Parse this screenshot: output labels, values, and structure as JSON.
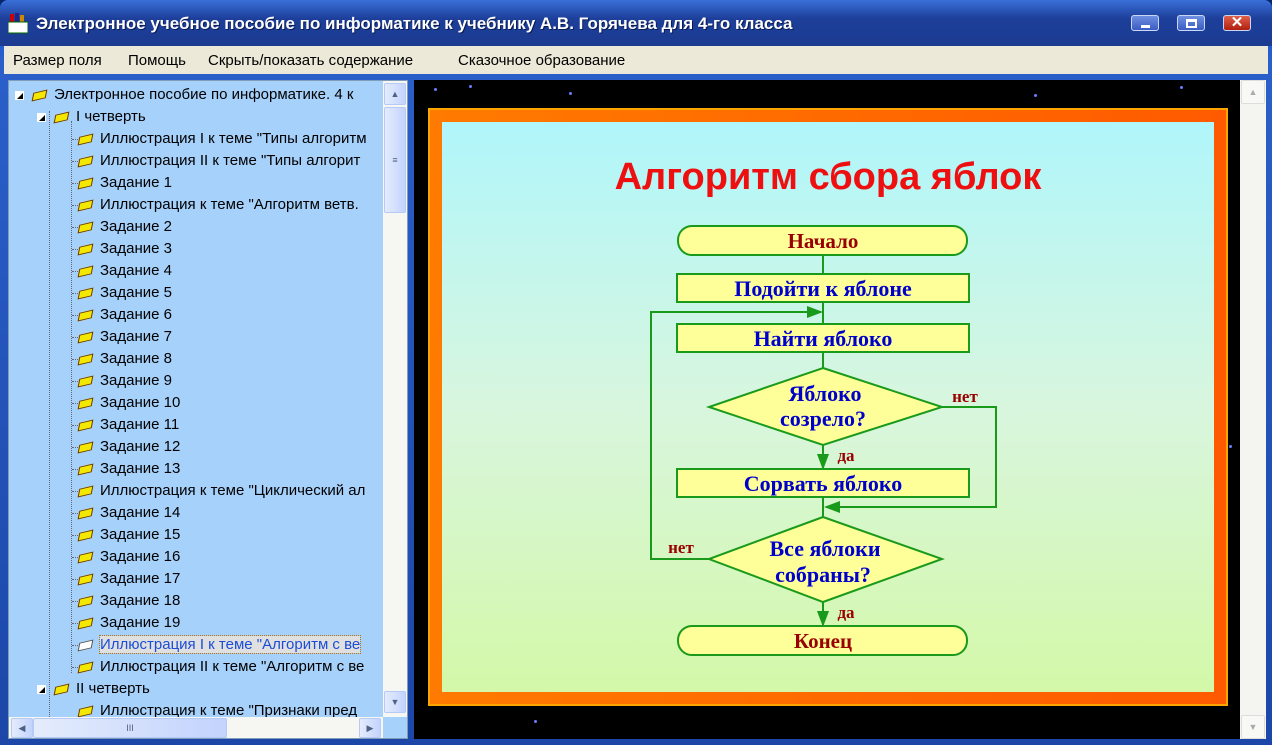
{
  "window": {
    "title": "Электронное учебное пособие по информатике к учебнику А.В. Горячева для 4-го класса"
  },
  "menu": [
    "Размер поля",
    "Помощь",
    "Скрыть/показать содержание",
    "Сказочное образование"
  ],
  "tree": {
    "root": "Электронное пособие по информатике. 4 к",
    "q1": "I четверть",
    "items": [
      "Иллюстрация I к теме \"Типы алгоритм",
      "Иллюстрация II к теме \"Типы алгорит",
      "Задание 1",
      "Иллюстрация к теме \"Алгоритм ветв.",
      "Задание 2",
      "Задание 3",
      "Задание 4",
      "Задание 5",
      "Задание 6",
      "Задание 7",
      "Задание 8",
      "Задание 9",
      "Задание 10",
      "Задание 11",
      "Задание 12",
      "Задание 13",
      "Иллюстрация к теме \"Циклический ал",
      "Задание 14",
      "Задание 15",
      "Задание 16",
      "Задание 17",
      "Задание 18",
      "Задание 19",
      "Иллюстрация I к теме \"Алгоритм с ве",
      "Иллюстрация II к теме \"Алгоритм с ве"
    ],
    "selected_index": 23,
    "q2": "II четверть",
    "q2_item": "Иллюстрация к теме \"Признаки пред"
  },
  "slide": {
    "title": "Алгоритм сбора яблок",
    "start": "Начало",
    "step1": "Подойти к яблоне",
    "step2": "Найти яблоко",
    "cond1_l1": "Яблоко",
    "cond1_l2": "созрело?",
    "step3": "Сорвать яблоко",
    "cond2_l1": "Все яблоки",
    "cond2_l2": "собраны?",
    "end": "Конец",
    "yes": "да",
    "no": "нет"
  },
  "colors": {
    "box_fill": "#ffff99",
    "line": "#1a9a1a",
    "box_text": "#0000cc",
    "terminal_text": "#990000",
    "title": "#ee1010"
  }
}
